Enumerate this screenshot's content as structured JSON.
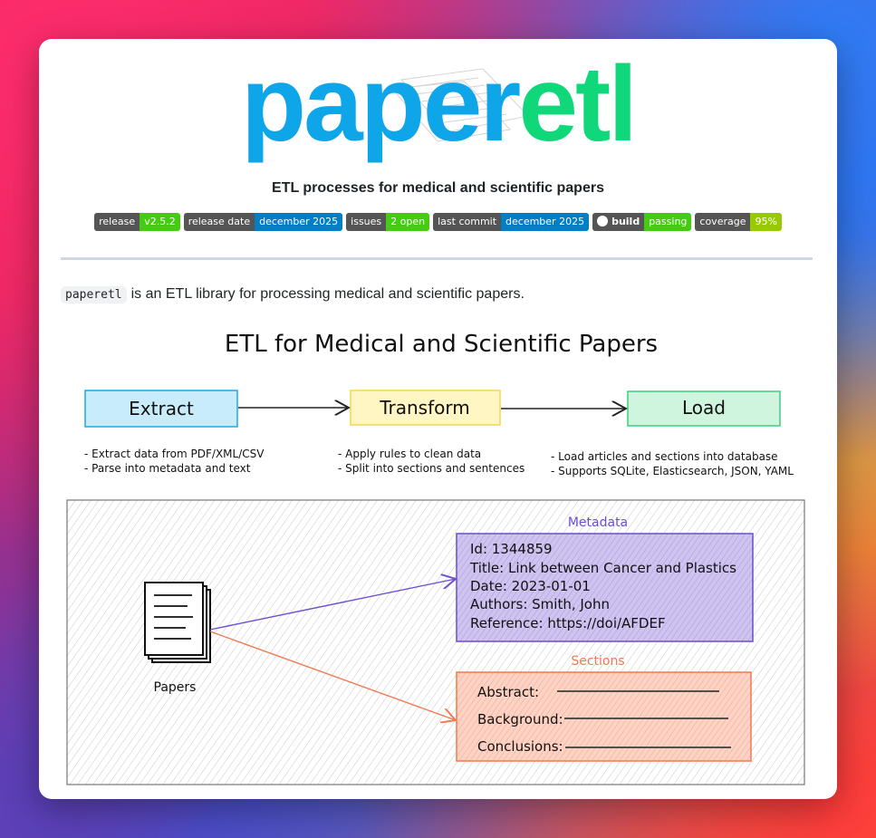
{
  "logo": {
    "part1": "paper",
    "part2": "etl"
  },
  "subtitle": "ETL processes for medical and scientific papers",
  "badges": [
    {
      "label": "release",
      "value": "v2.5.2",
      "color": "#4c1"
    },
    {
      "label": "release date",
      "value": "december 2025",
      "color": "#007ec6"
    },
    {
      "label": "issues",
      "value": "2 open",
      "color": "#4c1"
    },
    {
      "label": "last commit",
      "value": "december 2025",
      "color": "#007ec6"
    },
    {
      "label": "build",
      "value": "passing",
      "color": "#4c1",
      "icon": "github-icon"
    },
    {
      "label": "coverage",
      "value": "95%",
      "color": "#97ca00"
    }
  ],
  "intro": {
    "code": "paperetl",
    "text": "is an ETL library for processing medical and scientific papers."
  },
  "diagram": {
    "title": "ETL for Medical and Scientific Papers",
    "stages": [
      {
        "name": "Extract",
        "stroke": "#1ea7e6",
        "fill": "#c8ecfb",
        "notes": [
          "- Extract data from PDF/XML/CSV",
          "- Parse into metadata and text"
        ]
      },
      {
        "name": "Transform",
        "stroke": "#f0d84a",
        "fill": "#fff6c4",
        "notes": [
          "- Apply rules to clean data",
          "- Split into sections and sentences"
        ]
      },
      {
        "name": "Load",
        "stroke": "#3ccf7d",
        "fill": "#cff5de",
        "notes": [
          "- Load articles and sections into database",
          "- Supports SQLite, Elasticsearch, JSON, YAML"
        ]
      }
    ],
    "papers_label": "Papers",
    "metadata": {
      "title": "Metadata",
      "lines": [
        "Id: 1344859",
        "Title: Link between Cancer and Plastics",
        "Date: 2023-01-01",
        "Authors: Smith, John",
        "Reference: https://doi/AFDEF"
      ]
    },
    "sections": {
      "title": "Sections",
      "lines": [
        "Abstract:",
        "Background:",
        "Conclusions:"
      ]
    }
  }
}
